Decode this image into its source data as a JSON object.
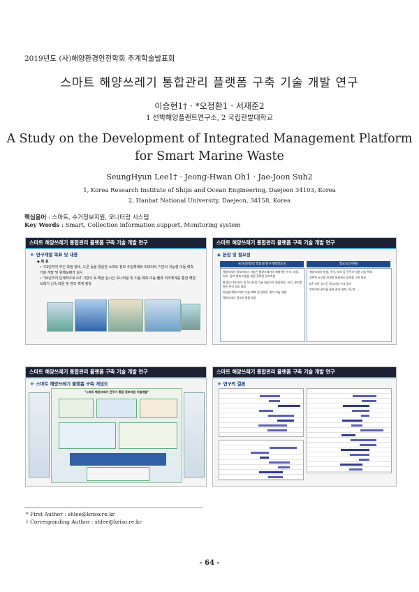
{
  "conference": "2019년도 (사)해양환경안전학회 추계학술발표회",
  "title_ko": "스마트 해양쓰레기 통합관리 플랫폼 구축 기술 개발 연구",
  "authors_ko": "이승현1† · *오정환1 · 서재준2",
  "affil_ko": "1 선박해양플랜트연구소, 2 국립한밭대학교",
  "title_en_line1": "A Study on the Development of Integrated Management Platform",
  "title_en_line2": "for Smart Marine Waste",
  "authors_en": "SeungHyun Lee1† · Jeong-Hwan Oh1 · Jae-Joon Suh2",
  "affil_en_1": "1, Korea Research Institute of Ships and Ocean Engineering, Daejeon 34103, Korea",
  "affil_en_2": "2, Hanbat National University, Daejeon, 34158, Korea",
  "keywords_ko_label": "핵심용어",
  "keywords_ko": " : 스마트, 수거정보지원, 모니터링 시스템",
  "keywords_en_label": "Key Words",
  "keywords_en": " : Smart, Collection information support, Monitoring system",
  "slides": [
    {
      "header": "스마트 해양쓰레기 통합관리 플랫폼 구축 기술 개발 연구",
      "section": "연구개발 목표 및 내용",
      "sub": "목 표",
      "bullets": [
        "'23년까지 무인 측정 장비, 드론 등을 활용한 스마트 정보 수집체계와 빅데이터 기반의 지능형 이동·예측기술 개발 및 위해도평가 실시",
        "'30년까지 단계적으로 IoT 기반의 육·해상 실시간 모니터링 및 이동·예측·이송·물류·처리체계를 통한 해양쓰레기 신속 대응 및 관리 체계 정착"
      ]
    },
    {
      "header": "스마트 해양쓰레기 통합관리 플랫폼 구축 기술 개발 연구",
      "section": "본장 및 필요성",
      "left_col_title": "국가(정책)적 필요성/연구개발필요성",
      "right_col_title": "필요요인/현황",
      "left_items": [
        "해양쓰레기 정보서비스 기술은 해양쓰레기의 체계적인 수거, 대응, 처리, 관리 체계 지원을 위한 정확한 정보지원",
        "발생량 이력 분석 및 모니터링 기술 제공으로 현장대응, 처리, 관리를 위한 분석 정보 제공",
        "지능형 해양쓰레기 이송·예측 및 위해도 평가 기술 개발",
        "해양쓰레기 정보의 통합 제공"
      ],
      "right_items": [
        "해양쓰레기 발생, 수거, 처리 등 전주기 지원 기술 확보",
        "정책적 요구를 반영한 통합관리 플랫폼 구축 필요",
        "IoT 기반 실시간 모니터링 수요 증가",
        "빅데이터 분석을 통한 관리 체계 고도화"
      ]
    },
    {
      "header": "스마트 해양쓰레기 통합관리 플랫폼 구축 기술 개발 연구",
      "section": "스마트 해양쓰레기 플랫폼 구축 개념도",
      "diagram_title": "\"스마트 해양쓰레기 전주기 통합 정보지원 기술개발\""
    },
    {
      "header": "스마트 해양쓰레기 통합관리 플랫폼 구축 기술 개발 연구",
      "section": "연구의 결론"
    }
  ],
  "footnote_1": "* First Author : shlee@kriso.re.kr",
  "footnote_2": "† Corresponding Author : shlee@kriso.re.kr",
  "page_number": "- 64 -"
}
